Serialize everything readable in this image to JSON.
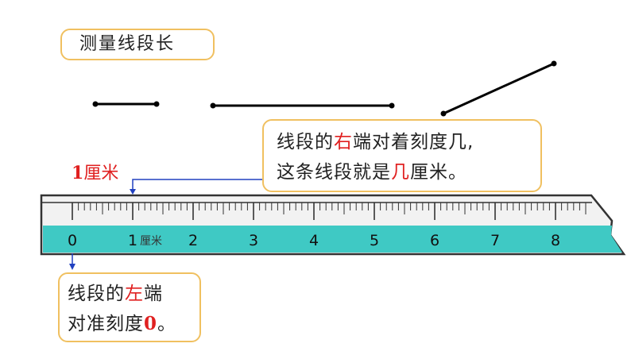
{
  "title": "测量线段长",
  "right_tip": {
    "line1_a": "线段的",
    "line1_b": "右",
    "line1_c": "端对着刻度几,",
    "line2_a": "这条线段就是",
    "line2_b": "几",
    "line2_c": "厘米。"
  },
  "left_tip": {
    "line1_a": "线段的",
    "line1_b": "左",
    "line1_c": "端",
    "line2_a": "对准刻度",
    "line2_b": "0",
    "line2_c": "。"
  },
  "one_cm_label": {
    "number": "1",
    "unit": "厘米"
  },
  "ruler": {
    "numbers": [
      "0",
      "1",
      "2",
      "3",
      "4",
      "5",
      "6",
      "7",
      "8"
    ],
    "unit": "厘米",
    "strip_color": "#3fc9c4",
    "body_color": "#ffffff"
  },
  "colors": {
    "highlight": "#e02020",
    "callout_border": "#f0c060",
    "pointer": "#2040c0"
  }
}
